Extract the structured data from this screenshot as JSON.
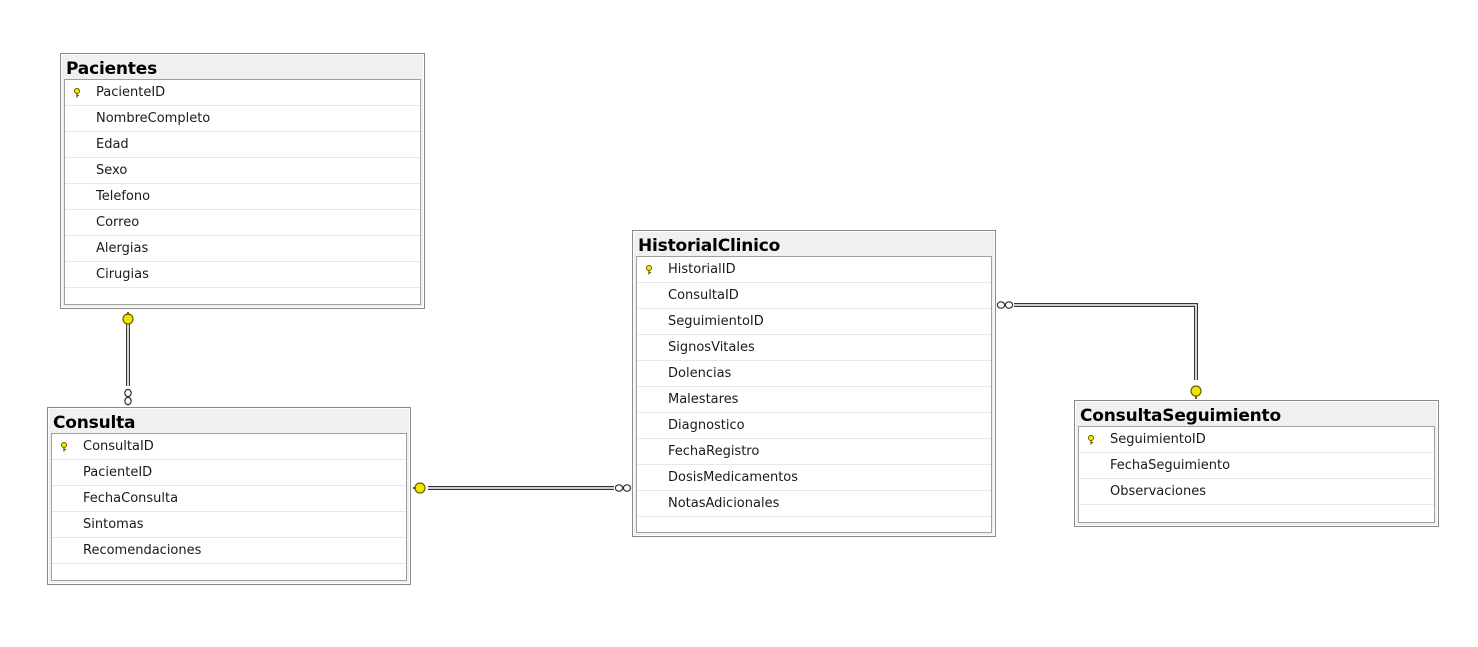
{
  "tables": {
    "pacientes": {
      "title": "Pacientes",
      "columns": [
        {
          "name": "PacienteID",
          "primary_key": true
        },
        {
          "name": "NombreCompleto",
          "primary_key": false
        },
        {
          "name": "Edad",
          "primary_key": false
        },
        {
          "name": "Sexo",
          "primary_key": false
        },
        {
          "name": "Telefono",
          "primary_key": false
        },
        {
          "name": "Correo",
          "primary_key": false
        },
        {
          "name": "Alergias",
          "primary_key": false
        },
        {
          "name": "Cirugias",
          "primary_key": false
        }
      ]
    },
    "consulta": {
      "title": "Consulta",
      "columns": [
        {
          "name": "ConsultaID",
          "primary_key": true
        },
        {
          "name": "PacienteID",
          "primary_key": false
        },
        {
          "name": "FechaConsulta",
          "primary_key": false
        },
        {
          "name": "Sintomas",
          "primary_key": false
        },
        {
          "name": "Recomendaciones",
          "primary_key": false
        }
      ]
    },
    "historial": {
      "title": "HistorialClinico",
      "columns": [
        {
          "name": "HistorialID",
          "primary_key": true
        },
        {
          "name": "ConsultaID",
          "primary_key": false
        },
        {
          "name": "SeguimientoID",
          "primary_key": false
        },
        {
          "name": "SignosVitales",
          "primary_key": false
        },
        {
          "name": "Dolencias",
          "primary_key": false
        },
        {
          "name": "Malestares",
          "primary_key": false
        },
        {
          "name": "Diagnostico",
          "primary_key": false
        },
        {
          "name": "FechaRegistro",
          "primary_key": false
        },
        {
          "name": "DosisMedicamentos",
          "primary_key": false
        },
        {
          "name": "NotasAdicionales",
          "primary_key": false
        }
      ]
    },
    "seguimiento": {
      "title": "ConsultaSeguimiento",
      "columns": [
        {
          "name": "SeguimientoID",
          "primary_key": true
        },
        {
          "name": "FechaSeguimiento",
          "primary_key": false
        },
        {
          "name": "Observaciones",
          "primary_key": false
        }
      ]
    }
  },
  "relationships": [
    {
      "one": "pacientes",
      "many": "consulta"
    },
    {
      "one": "consulta",
      "many": "historial"
    },
    {
      "one": "seguimiento",
      "many": "historial"
    }
  ],
  "colors": {
    "key_fill": "#f2e600",
    "key_stroke": "#6b6100",
    "line": "#333333",
    "background": "#ffffff"
  },
  "icons": {
    "primary_key": "key-icon",
    "one_end": "key-icon",
    "many_end": "infinity-icon"
  }
}
